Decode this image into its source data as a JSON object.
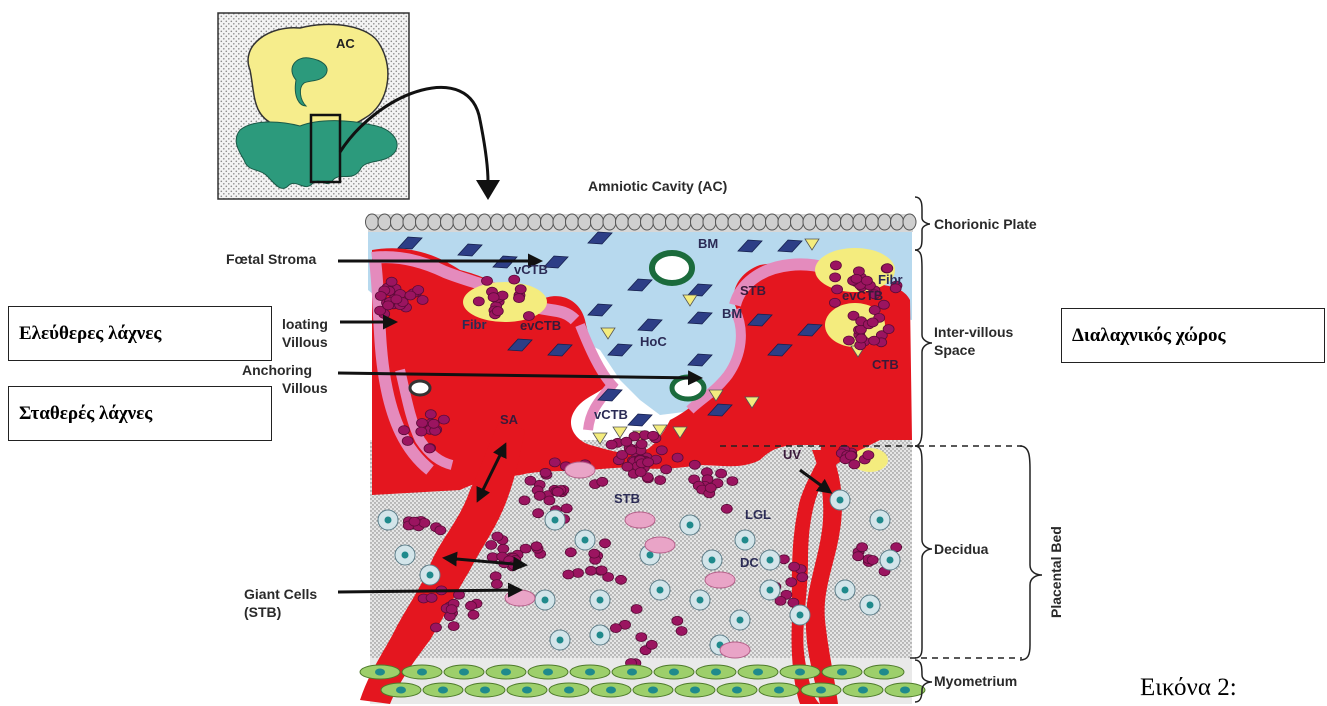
{
  "inset": {
    "label": "AC"
  },
  "header": {
    "amniotic": "Amniotic Cavity (AC)"
  },
  "left_labels": {
    "foetal_stroma": "Fœtal Stroma",
    "floating_1": "loating",
    "floating_2": "Villous",
    "anchoring_1": "Anchoring",
    "anchoring_2": "Villous",
    "giant_1": "Giant Cells",
    "giant_2": "(STB)"
  },
  "right_labels": {
    "chorionic": "Chorionic Plate",
    "intervillous_1": "Inter-villous",
    "intervillous_2": "Space",
    "decidua": "Decidua",
    "placental_bed": "Placental Bed",
    "myometrium": "Myometrium"
  },
  "inner_labels": {
    "bm1": "BM",
    "vctb1": "vCTB",
    "fibr_left": "Fibr",
    "evctb_left": "evCTB",
    "stb_top": "STB",
    "bm2": "BM",
    "hoc": "HoC",
    "fibr_right": "Fibr",
    "evctb_right": "evCTB",
    "ctb_right": "CTB",
    "vctb2": "vCTB",
    "sa": "SA",
    "uv": "UV",
    "stb_mid": "STB",
    "lgl": "LGL",
    "dc": "DC"
  },
  "greek_boxes": {
    "free_villi": "Ελεύθερες λάχνες",
    "anchoring_villi": "Σταθερές λάχνες",
    "intervillous_space": "Διαλαχνικός χώρος"
  },
  "caption": "Εικόνα   2:",
  "colors": {
    "fetal_stroma": "#b7d9ee",
    "maternal_blood": "#e4161f",
    "syncytium": "#e48bbd",
    "cells": "#9b1460",
    "fibrinoid": "#f4ec7e",
    "inset_ac": "#f6ed8c",
    "villi_green": "#2c9a7c"
  }
}
